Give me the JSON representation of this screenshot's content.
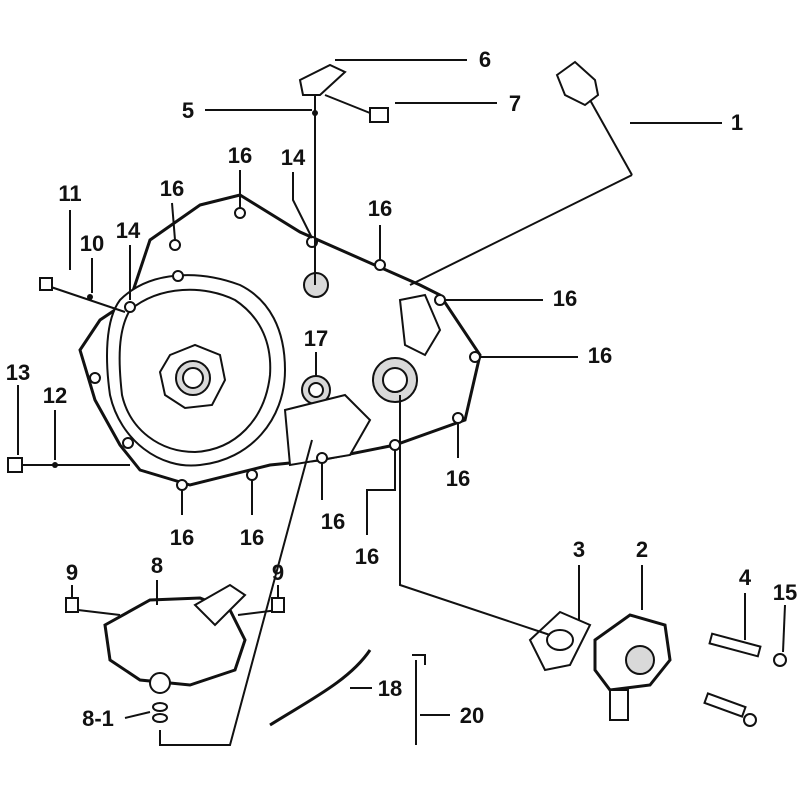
{
  "title": "Crankcase cover parts diagram",
  "callouts": {
    "p1": "1",
    "p2": "2",
    "p3": "3",
    "p4": "4",
    "p5": "5",
    "p6": "6",
    "p7": "7",
    "p8": "8",
    "p8_1": "8-1",
    "p9a": "9",
    "p9b": "9",
    "p10": "10",
    "p11": "11",
    "p12": "12",
    "p13": "13",
    "p14a": "14",
    "p14b": "14",
    "p15": "15",
    "p16a": "16",
    "p16b": "16",
    "p16c": "16",
    "p16d": "16",
    "p16e": "16",
    "p16f": "16",
    "p16g": "16",
    "p16h": "16",
    "p16i": "16",
    "p16j": "16",
    "p17": "17",
    "p18": "18",
    "p20": "20"
  }
}
